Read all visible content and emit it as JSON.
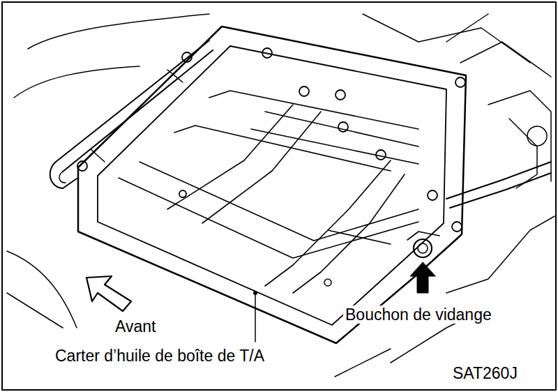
{
  "diagram": {
    "labels": [
      "Avant",
      "Carter d’huile de boîte de T/A",
      "Bouchon de vidange",
      "SAT260J"
    ]
  }
}
